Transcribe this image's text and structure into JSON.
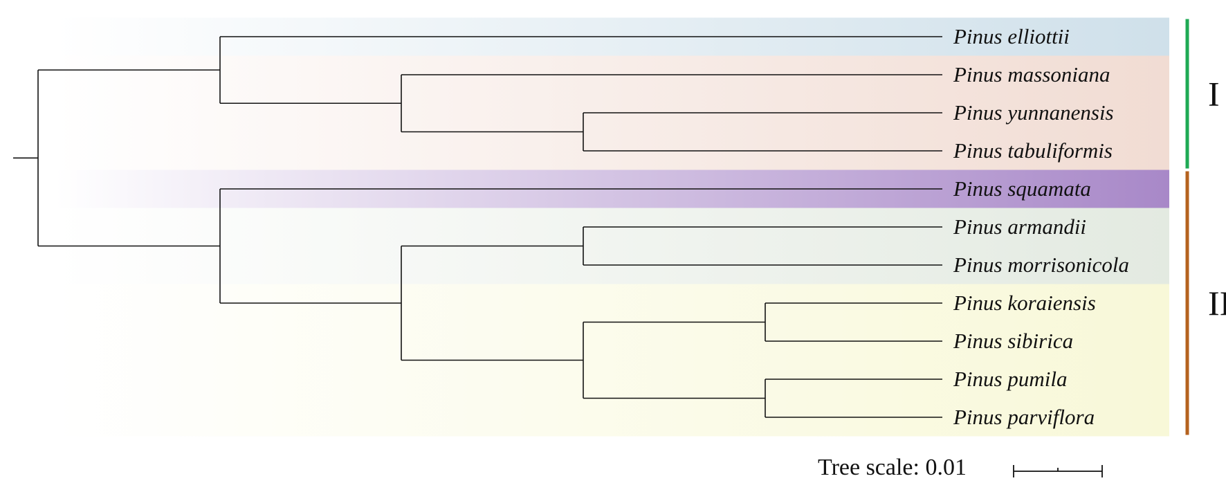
{
  "diagram": {
    "type": "phylogenetic-tree",
    "taxa": [
      "Pinus elliottii",
      "Pinus massoniana",
      "Pinus yunnanensis",
      "Pinus tabuliformis",
      "Pinus squamata",
      "Pinus armandii",
      "Pinus morrisonicola",
      "Pinus koraiensis",
      "Pinus sibirica",
      "Pinus pumila",
      "Pinus parviflora"
    ],
    "newick": "((Pinus elliottii,(Pinus massoniana,(Pinus yunnanensis,Pinus tabuliformis))),(Pinus squamata,((Pinus armandii,Pinus morrisonicola),((Pinus koraiensis,Pinus sibirica),(Pinus pumila,Pinus parviflora)))));",
    "highlight_groups": [
      {
        "taxa": [
          "Pinus elliottii"
        ],
        "color": "#cfe0ea"
      },
      {
        "taxa": [
          "Pinus massoniana",
          "Pinus yunnanensis",
          "Pinus tabuliformis"
        ],
        "color": "#f1dcd3"
      },
      {
        "taxa": [
          "Pinus squamata"
        ],
        "color": "#a888c8"
      },
      {
        "taxa": [
          "Pinus armandii",
          "Pinus morrisonicola"
        ],
        "color": "#e3eae1"
      },
      {
        "taxa": [
          "Pinus koraiensis",
          "Pinus sibirica",
          "Pinus pumila",
          "Pinus parviflora"
        ],
        "color": "#f8f8d8"
      }
    ],
    "clades": [
      {
        "label": "I",
        "color": "#1faa55",
        "taxa": [
          "Pinus elliottii",
          "Pinus massoniana",
          "Pinus yunnanensis",
          "Pinus tabuliformis"
        ]
      },
      {
        "label": "II",
        "color": "#b5621f",
        "taxa": [
          "Pinus squamata",
          "Pinus armandii",
          "Pinus morrisonicola",
          "Pinus koraiensis",
          "Pinus sibirica",
          "Pinus pumila",
          "Pinus parviflora"
        ]
      }
    ],
    "scale": {
      "label": "Tree scale: 0.01",
      "value": 0.01
    }
  }
}
